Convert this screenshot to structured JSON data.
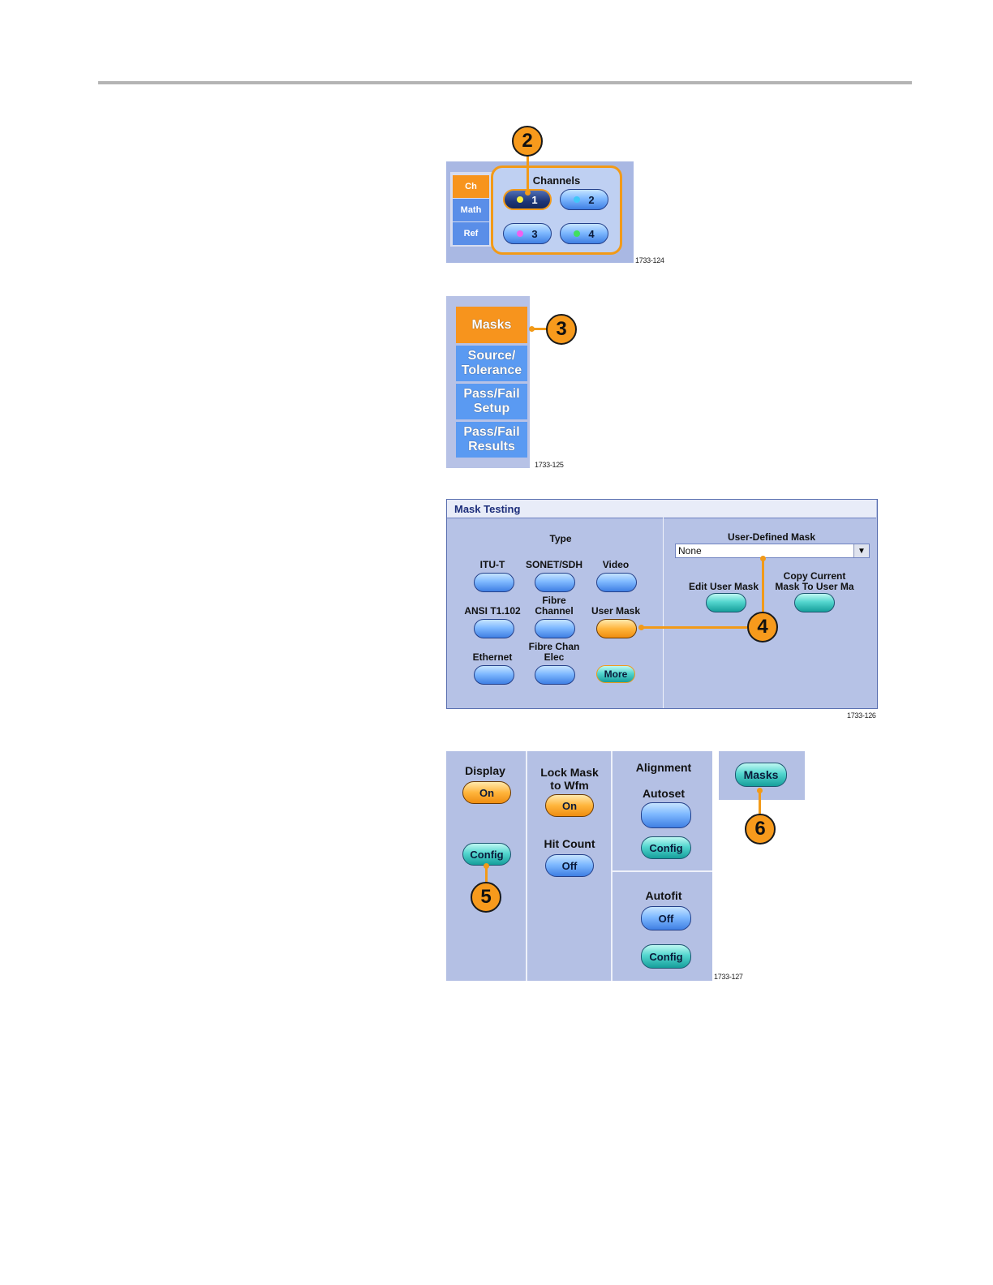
{
  "figure_ids": {
    "fig1": "1733-124",
    "fig2": "1733-125",
    "fig3": "1733-126",
    "fig4": "1733-127"
  },
  "callouts": {
    "c2": "2",
    "c3": "3",
    "c4": "4",
    "c5": "5",
    "c6": "6"
  },
  "channels": {
    "tabs": [
      "Ch",
      "Math",
      "Ref"
    ],
    "title": "Channels",
    "buttons": [
      "1",
      "2",
      "3",
      "4"
    ],
    "led_colors": [
      "#f8f040",
      "#40c8f8",
      "#f060f0",
      "#40e060"
    ]
  },
  "mask_menu": {
    "items": [
      {
        "line1": "Masks",
        "line2": ""
      },
      {
        "line1": "Source/",
        "line2": "Tolerance"
      },
      {
        "line1": "Pass/Fail",
        "line2": "Setup"
      },
      {
        "line1": "Pass/Fail",
        "line2": "Results"
      }
    ]
  },
  "mask_testing": {
    "title": "Mask Testing",
    "type_label": "Type",
    "types": [
      {
        "l1": "ITU-T",
        "l2": ""
      },
      {
        "l1": "SONET/SDH",
        "l2": ""
      },
      {
        "l1": "Video",
        "l2": ""
      },
      {
        "l1": "ANSI T1.102",
        "l2": ""
      },
      {
        "l1": "Fibre",
        "l2": "Channel"
      },
      {
        "l1": "User Mask",
        "l2": ""
      },
      {
        "l1": "Ethernet",
        "l2": ""
      },
      {
        "l1": "Fibre Chan",
        "l2": "Elec"
      }
    ],
    "more_label": "More",
    "user_defined_label": "User-Defined Mask",
    "user_defined_value": "None",
    "edit_label": "Edit User Mask",
    "copy_label_1": "Copy Current",
    "copy_label_2": "Mask To User Ma"
  },
  "mask_controls": {
    "display_label": "Display",
    "display_value": "On",
    "config_label": "Config",
    "lock_label_1": "Lock Mask",
    "lock_label_2": "to Wfm",
    "lock_value": "On",
    "hit_count_label": "Hit Count",
    "hit_count_value": "Off",
    "alignment_label": "Alignment",
    "autoset_label": "Autoset",
    "autofit_label": "Autofit",
    "autofit_value": "Off",
    "masks_button": "Masks"
  }
}
